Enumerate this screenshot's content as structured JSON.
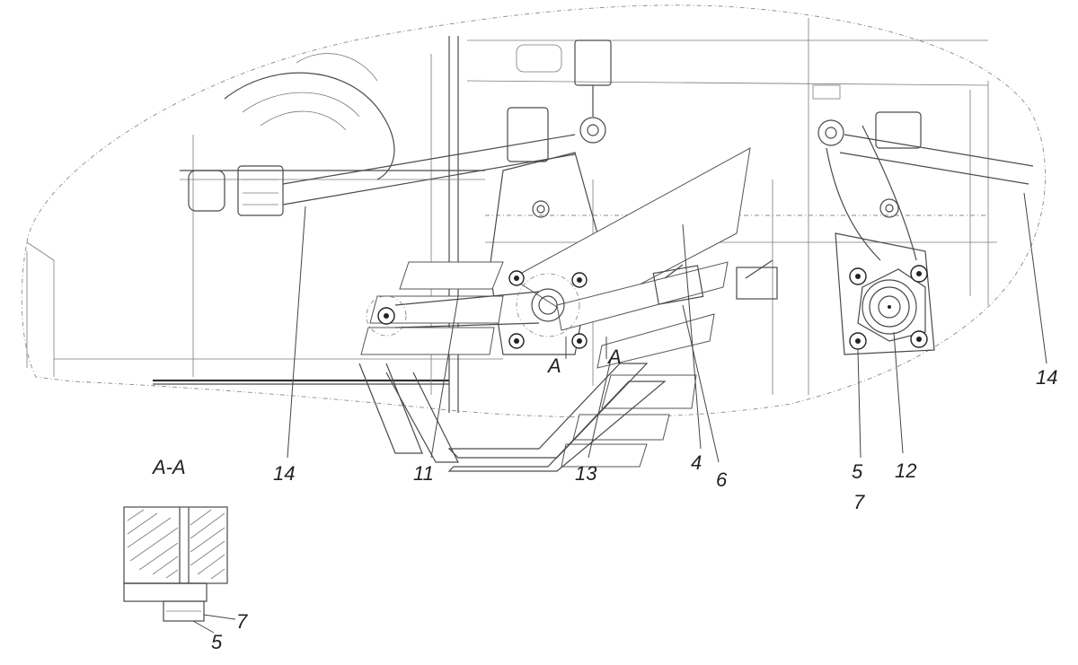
{
  "callouts": {
    "left_14": "14",
    "right_14": "14",
    "c11": "11",
    "c13": "13",
    "c4": "4",
    "c6": "6",
    "c5": "5",
    "c7": "7",
    "c12": "12",
    "section_a1": "A",
    "section_a2": "A"
  },
  "section_view": {
    "title": "A-A",
    "label_7": "7",
    "label_5": "5"
  }
}
